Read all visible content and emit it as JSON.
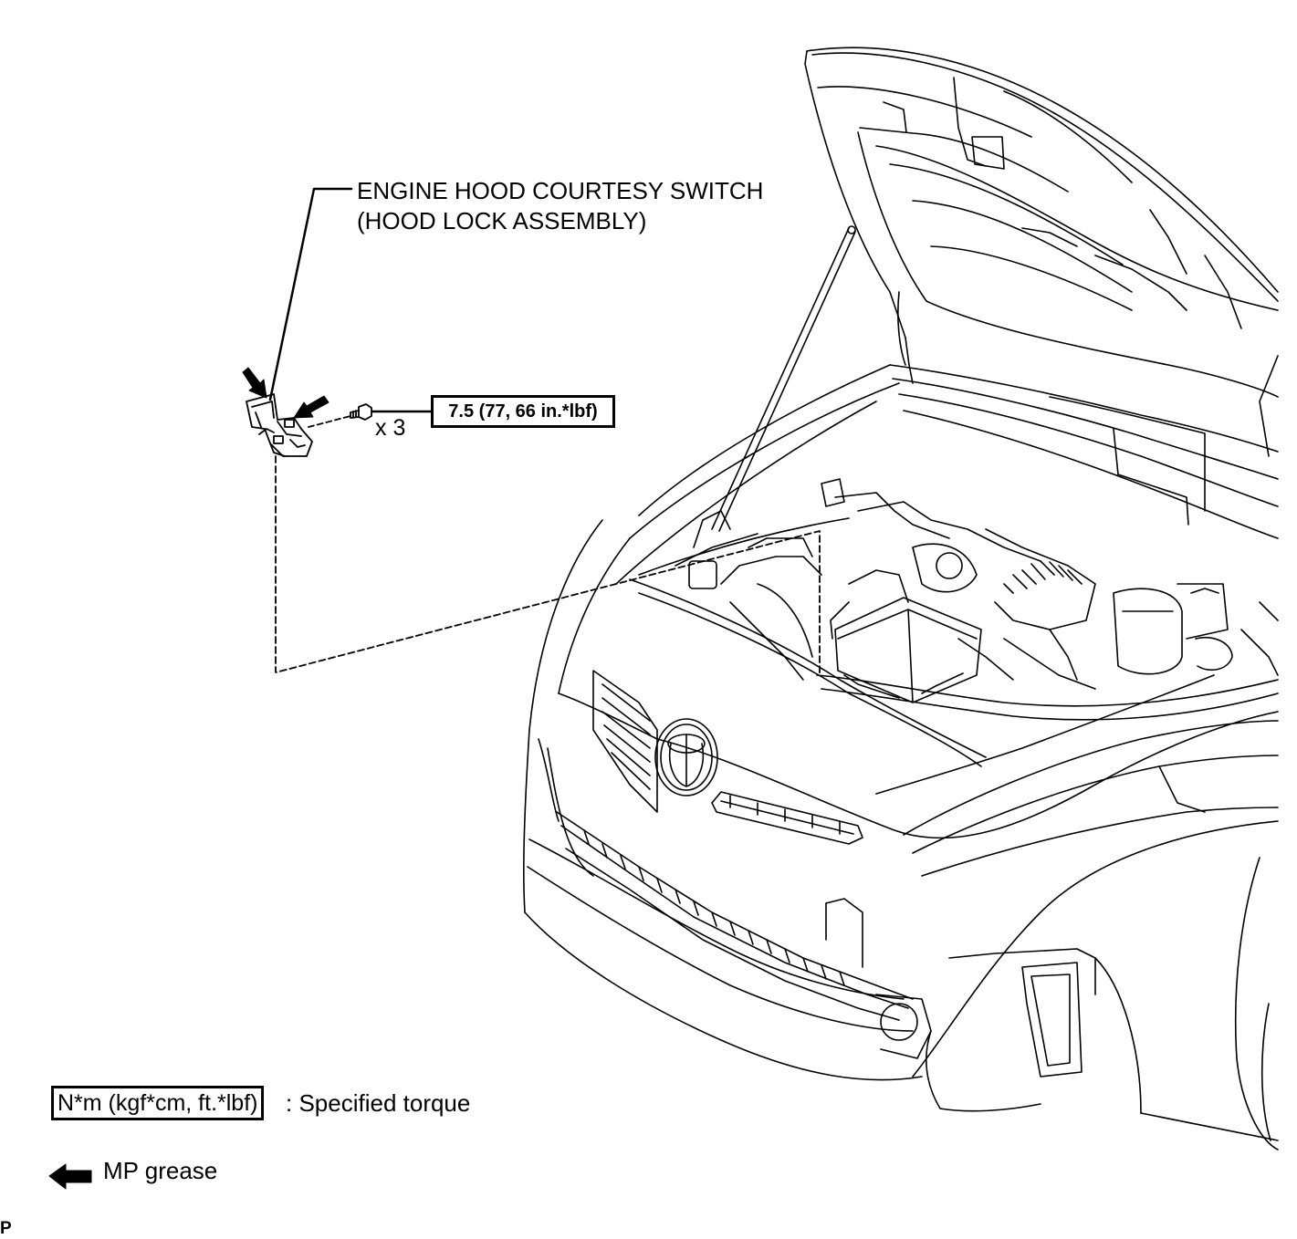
{
  "callout": {
    "part_line1": "ENGINE HOOD COURTESY SWITCH",
    "part_line2": "(HOOD LOCK ASSEMBLY)",
    "torque_value": "7.5 (77, 66 in.*lbf)",
    "bolt_quantity": "x 3"
  },
  "legend": {
    "torque_unit": "N*m (kgf*cm, ft.*lbf)",
    "torque_desc": ": Specified torque",
    "grease_label": "MP grease"
  },
  "corner_mark": "P"
}
